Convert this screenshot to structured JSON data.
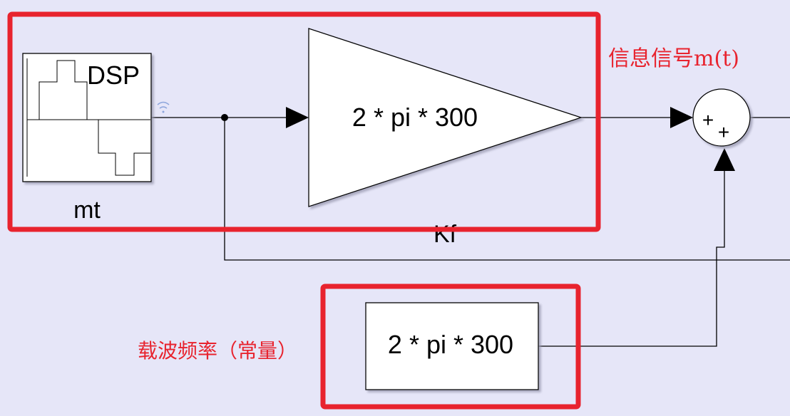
{
  "colors": {
    "background": "#e6e6f8",
    "highlight": "#e8232e",
    "line": "#000000",
    "block_fill": "#ffffff"
  },
  "blocks": {
    "signal_source": {
      "icon_text": "DSP",
      "name": "mt",
      "icon": "signal-from-workspace-icon"
    },
    "gain": {
      "value": "2 * pi * 300",
      "name": "Kf"
    },
    "sum": {
      "top_sign": "+",
      "bottom_sign": "+"
    },
    "constant": {
      "value": "2 * pi * 300"
    }
  },
  "annotations": {
    "message_signal": "信息信号m(t)",
    "carrier_frequency": "载波频率（常量）"
  }
}
